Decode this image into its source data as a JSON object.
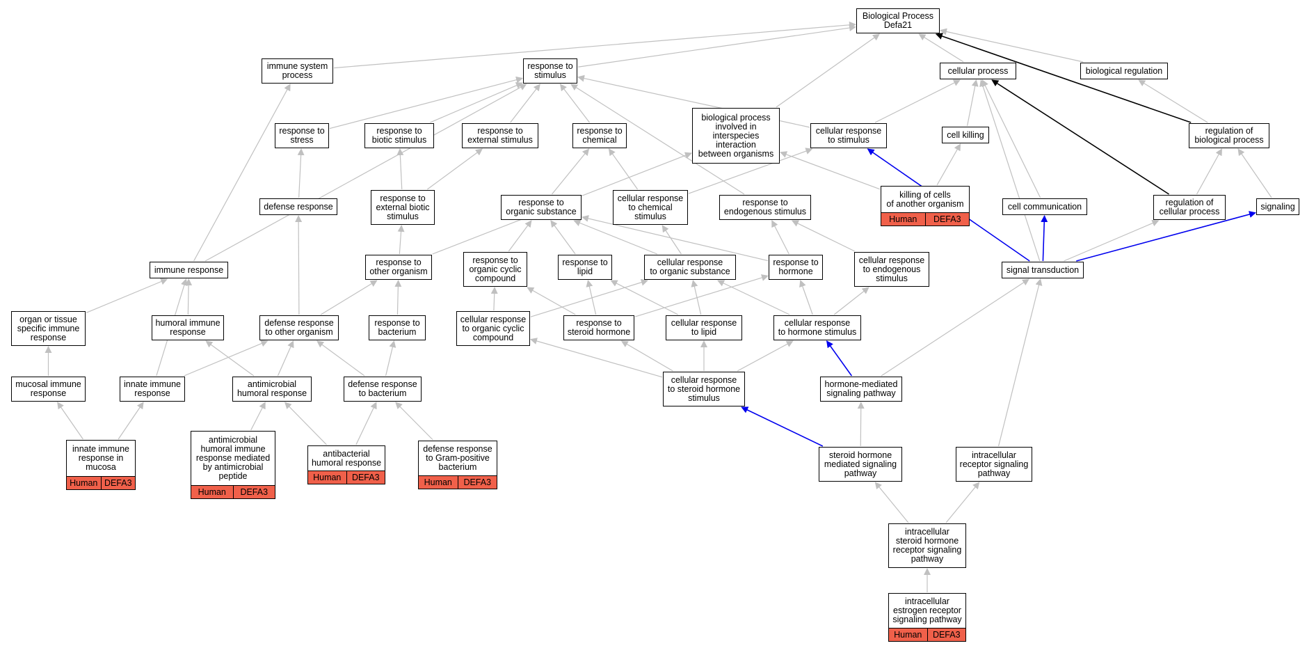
{
  "colors": {
    "gray_edge": "#c0c0c0",
    "black_edge": "#000000",
    "blue_edge": "#0000ee",
    "annotation_fill": "#f0604a"
  },
  "nodes": {
    "root": {
      "label": "Biological Process\nDefa21"
    },
    "cellular_process": {
      "label": "cellular process"
    },
    "biological_regulation": {
      "label": "biological regulation"
    },
    "immune_system_process": {
      "label": "immune system\nprocess"
    },
    "response_to_stimulus": {
      "label": "response to\nstimulus"
    },
    "response_to_stress": {
      "label": "response to\nstress"
    },
    "response_to_biotic_stimulus": {
      "label": "response to\nbiotic stimulus"
    },
    "response_to_external_stimulus": {
      "label": "response to\nexternal stimulus"
    },
    "response_to_chemical": {
      "label": "response to\nchemical"
    },
    "bp_interspecies": {
      "label": "biological process\ninvolved in\ninterspecies\ninteraction\nbetween organisms"
    },
    "cellular_response_to_stimulus": {
      "label": "cellular response\nto stimulus"
    },
    "cell_killing": {
      "label": "cell killing"
    },
    "regulation_of_biological_process": {
      "label": "regulation of\nbiological process"
    },
    "defense_response": {
      "label": "defense response"
    },
    "response_to_external_biotic_stimulus": {
      "label": "response to\nexternal biotic\nstimulus"
    },
    "response_to_organic_substance": {
      "label": "response to\norganic substance"
    },
    "cellular_response_to_chemical_stimulus": {
      "label": "cellular response\nto chemical\nstimulus"
    },
    "response_to_endogenous_stimulus": {
      "label": "response to\nendogenous stimulus"
    },
    "killing_of_cells": {
      "label": "killing of cells\nof another organism",
      "tags": [
        "Human",
        "DEFA3"
      ]
    },
    "cell_communication": {
      "label": "cell communication"
    },
    "regulation_of_cellular_process": {
      "label": "regulation of\ncellular process"
    },
    "signaling": {
      "label": "signaling"
    },
    "immune_response": {
      "label": "immune response"
    },
    "response_to_other_organism": {
      "label": "response to\nother organism"
    },
    "response_to_organic_cyclic_compound": {
      "label": "response to\norganic cyclic\ncompound"
    },
    "response_to_lipid": {
      "label": "response to\nlipid"
    },
    "cellular_response_to_organic_substance": {
      "label": "cellular response\nto organic substance"
    },
    "response_to_hormone": {
      "label": "response to\nhormone"
    },
    "cellular_response_to_endogenous_stimulus": {
      "label": "cellular response\nto endogenous\nstimulus"
    },
    "signal_transduction": {
      "label": "signal transduction"
    },
    "organ_tissue_specific_immune_response": {
      "label": "organ or tissue\nspecific immune\nresponse"
    },
    "humoral_immune_response": {
      "label": "humoral immune\nresponse"
    },
    "defense_response_to_other_organism": {
      "label": "defense response\nto other organism"
    },
    "response_to_bacterium": {
      "label": "response to\nbacterium"
    },
    "cellular_response_to_organic_cyclic_compound": {
      "label": "cellular response\nto organic cyclic\ncompound"
    },
    "response_to_steroid_hormone": {
      "label": "response to\nsteroid hormone"
    },
    "cellular_response_to_lipid": {
      "label": "cellular response\nto lipid"
    },
    "cellular_response_to_hormone_stimulus": {
      "label": "cellular response\nto hormone stimulus"
    },
    "mucosal_immune_response": {
      "label": "mucosal immune\nresponse"
    },
    "innate_immune_response": {
      "label": "innate immune\nresponse"
    },
    "antimicrobial_humoral_response": {
      "label": "antimicrobial\nhumoral response"
    },
    "defense_response_to_bacterium": {
      "label": "defense response\nto bacterium"
    },
    "cellular_response_to_steroid_hormone_stimulus": {
      "label": "cellular response\nto steroid hormone\nstimulus"
    },
    "hormone_mediated_signaling_pathway": {
      "label": "hormone-mediated\nsignaling pathway"
    },
    "innate_immune_response_in_mucosa": {
      "label": "innate immune\nresponse in\nmucosa",
      "tags": [
        "Human",
        "DEFA3"
      ]
    },
    "antimicrobial_humoral_immune_response_peptide": {
      "label": "antimicrobial\nhumoral immune\nresponse mediated\nby antimicrobial\npeptide",
      "tags": [
        "Human",
        "DEFA3"
      ]
    },
    "antibacterial_humoral_response": {
      "label": "antibacterial\nhumoral response",
      "tags": [
        "Human",
        "DEFA3"
      ]
    },
    "defense_response_gram_positive": {
      "label": "defense response\nto Gram-positive\nbacterium",
      "tags": [
        "Human",
        "DEFA3"
      ]
    },
    "steroid_hormone_mediated_signaling_pathway": {
      "label": "steroid hormone\nmediated signaling\npathway"
    },
    "intracellular_receptor_signaling_pathway": {
      "label": "intracellular\nreceptor signaling\npathway"
    },
    "intracellular_steroid_hormone_receptor_signaling_pathway": {
      "label": "intracellular\nsteroid hormone\nreceptor signaling\npathway"
    },
    "intracellular_estrogen_receptor_signaling_pathway": {
      "label": "intracellular\nestrogen receptor\nsignaling pathway",
      "tags": [
        "Human",
        "DEFA3"
      ]
    }
  },
  "edges": [
    [
      "immune_system_process",
      "root",
      "gray"
    ],
    [
      "response_to_stimulus",
      "root",
      "gray"
    ],
    [
      "bp_interspecies",
      "root",
      "gray"
    ],
    [
      "cellular_process",
      "root",
      "gray"
    ],
    [
      "biological_regulation",
      "root",
      "gray"
    ],
    [
      "regulation_of_biological_process",
      "root",
      "black"
    ],
    [
      "regulation_of_biological_process",
      "biological_regulation",
      "gray"
    ],
    [
      "regulation_of_cellular_process",
      "regulation_of_biological_process",
      "gray"
    ],
    [
      "signaling",
      "regulation_of_biological_process",
      "gray"
    ],
    [
      "regulation_of_cellular_process",
      "cellular_process",
      "black"
    ],
    [
      "cellular_response_to_stimulus",
      "cellular_process",
      "gray"
    ],
    [
      "cell_killing",
      "cellular_process",
      "gray"
    ],
    [
      "cell_communication",
      "cellular_process",
      "gray"
    ],
    [
      "signal_transduction",
      "cellular_process",
      "gray"
    ],
    [
      "cellular_response_to_stimulus",
      "response_to_stimulus",
      "gray"
    ],
    [
      "response_to_stress",
      "response_to_stimulus",
      "gray"
    ],
    [
      "response_to_biotic_stimulus",
      "response_to_stimulus",
      "gray"
    ],
    [
      "response_to_external_stimulus",
      "response_to_stimulus",
      "gray"
    ],
    [
      "response_to_chemical",
      "response_to_stimulus",
      "gray"
    ],
    [
      "immune_response",
      "response_to_stimulus",
      "gray"
    ],
    [
      "response_to_endogenous_stimulus",
      "response_to_stimulus",
      "gray"
    ],
    [
      "immune_response",
      "immune_system_process",
      "gray"
    ],
    [
      "defense_response",
      "response_to_stress",
      "gray"
    ],
    [
      "response_to_external_biotic_stimulus",
      "response_to_biotic_stimulus",
      "gray"
    ],
    [
      "response_to_external_biotic_stimulus",
      "response_to_external_stimulus",
      "gray"
    ],
    [
      "response_to_organic_substance",
      "response_to_chemical",
      "gray"
    ],
    [
      "cellular_response_to_chemical_stimulus",
      "response_to_chemical",
      "gray"
    ],
    [
      "response_to_other_organism",
      "bp_interspecies",
      "gray"
    ],
    [
      "killing_of_cells",
      "bp_interspecies",
      "gray"
    ],
    [
      "cellular_response_to_chemical_stimulus",
      "cellular_response_to_stimulus",
      "gray"
    ],
    [
      "killing_of_cells",
      "cell_killing",
      "gray"
    ],
    [
      "signal_transduction",
      "cellular_response_to_stimulus",
      "blue"
    ],
    [
      "signal_transduction",
      "cell_communication",
      "blue"
    ],
    [
      "signal_transduction",
      "signaling",
      "blue"
    ],
    [
      "signal_transduction",
      "regulation_of_cellular_process",
      "gray"
    ],
    [
      "response_to_other_organism",
      "response_to_external_biotic_stimulus",
      "gray"
    ],
    [
      "defense_response_to_other_organism",
      "defense_response",
      "gray"
    ],
    [
      "defense_response_to_other_organism",
      "response_to_other_organism",
      "gray"
    ],
    [
      "response_to_bacterium",
      "response_to_other_organism",
      "gray"
    ],
    [
      "response_to_organic_cyclic_compound",
      "response_to_organic_substance",
      "gray"
    ],
    [
      "response_to_lipid",
      "response_to_organic_substance",
      "gray"
    ],
    [
      "response_to_hormone",
      "response_to_organic_substance",
      "gray"
    ],
    [
      "cellular_response_to_organic_substance",
      "response_to_organic_substance",
      "gray"
    ],
    [
      "cellular_response_to_organic_substance",
      "cellular_response_to_chemical_stimulus",
      "gray"
    ],
    [
      "response_to_hormone",
      "response_to_endogenous_stimulus",
      "gray"
    ],
    [
      "cellular_response_to_endogenous_stimulus",
      "response_to_endogenous_stimulus",
      "gray"
    ],
    [
      "organ_tissue_specific_immune_response",
      "immune_response",
      "gray"
    ],
    [
      "humoral_immune_response",
      "immune_response",
      "gray"
    ],
    [
      "innate_immune_response",
      "immune_response",
      "gray"
    ],
    [
      "cellular_response_to_organic_cyclic_compound",
      "response_to_organic_cyclic_compound",
      "gray"
    ],
    [
      "cellular_response_to_organic_cyclic_compound",
      "cellular_response_to_organic_substance",
      "gray"
    ],
    [
      "response_to_steroid_hormone",
      "response_to_lipid",
      "gray"
    ],
    [
      "response_to_steroid_hormone",
      "response_to_organic_cyclic_compound",
      "gray"
    ],
    [
      "response_to_steroid_hormone",
      "response_to_hormone",
      "gray"
    ],
    [
      "cellular_response_to_lipid",
      "response_to_lipid",
      "gray"
    ],
    [
      "cellular_response_to_lipid",
      "cellular_response_to_organic_substance",
      "gray"
    ],
    [
      "cellular_response_to_hormone_stimulus",
      "response_to_hormone",
      "gray"
    ],
    [
      "cellular_response_to_hormone_stimulus",
      "cellular_response_to_endogenous_stimulus",
      "gray"
    ],
    [
      "cellular_response_to_hormone_stimulus",
      "cellular_response_to_organic_substance",
      "gray"
    ],
    [
      "mucosal_immune_response",
      "organ_tissue_specific_immune_response",
      "gray"
    ],
    [
      "innate_immune_response",
      "defense_response_to_other_organism",
      "gray"
    ],
    [
      "antimicrobial_humoral_response",
      "humoral_immune_response",
      "gray"
    ],
    [
      "antimicrobial_humoral_response",
      "defense_response_to_other_organism",
      "gray"
    ],
    [
      "defense_response_to_bacterium",
      "defense_response_to_other_organism",
      "gray"
    ],
    [
      "defense_response_to_bacterium",
      "response_to_bacterium",
      "gray"
    ],
    [
      "cellular_response_to_steroid_hormone_stimulus",
      "cellular_response_to_organic_cyclic_compound",
      "gray"
    ],
    [
      "cellular_response_to_steroid_hormone_stimulus",
      "response_to_steroid_hormone",
      "gray"
    ],
    [
      "cellular_response_to_steroid_hormone_stimulus",
      "cellular_response_to_lipid",
      "gray"
    ],
    [
      "cellular_response_to_steroid_hormone_stimulus",
      "cellular_response_to_hormone_stimulus",
      "gray"
    ],
    [
      "hormone_mediated_signaling_pathway",
      "cellular_response_to_hormone_stimulus",
      "blue"
    ],
    [
      "hormone_mediated_signaling_pathway",
      "signal_transduction",
      "gray"
    ],
    [
      "innate_immune_response_in_mucosa",
      "mucosal_immune_response",
      "gray"
    ],
    [
      "innate_immune_response_in_mucosa",
      "innate_immune_response",
      "gray"
    ],
    [
      "antimicrobial_humoral_immune_response_peptide",
      "antimicrobial_humoral_response",
      "gray"
    ],
    [
      "antibacterial_humoral_response",
      "antimicrobial_humoral_response",
      "gray"
    ],
    [
      "antibacterial_humoral_response",
      "defense_response_to_bacterium",
      "gray"
    ],
    [
      "defense_response_gram_positive",
      "defense_response_to_bacterium",
      "gray"
    ],
    [
      "steroid_hormone_mediated_signaling_pathway",
      "cellular_response_to_steroid_hormone_stimulus",
      "blue"
    ],
    [
      "steroid_hormone_mediated_signaling_pathway",
      "hormone_mediated_signaling_pathway",
      "gray"
    ],
    [
      "intracellular_receptor_signaling_pathway",
      "signal_transduction",
      "gray"
    ],
    [
      "intracellular_steroid_hormone_receptor_signaling_pathway",
      "steroid_hormone_mediated_signaling_pathway",
      "gray"
    ],
    [
      "intracellular_steroid_hormone_receptor_signaling_pathway",
      "intracellular_receptor_signaling_pathway",
      "gray"
    ],
    [
      "intracellular_estrogen_receptor_signaling_pathway",
      "intracellular_steroid_hormone_receptor_signaling_pathway",
      "gray"
    ]
  ]
}
